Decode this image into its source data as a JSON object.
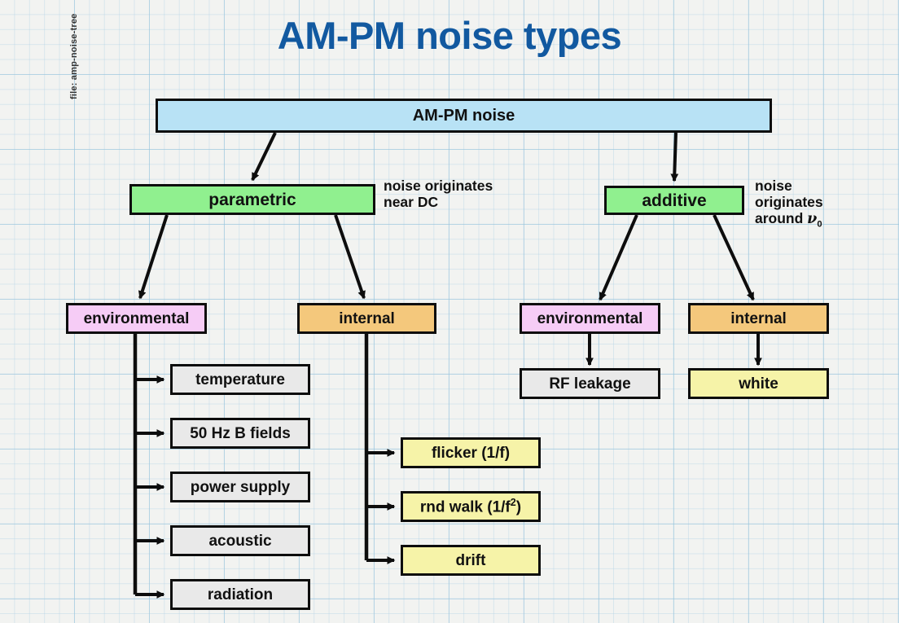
{
  "page": {
    "title": "AM-PM noise types",
    "side_label": "file: amp-noise-tree",
    "title_color": "#1259a0"
  },
  "colors": {
    "root": "#b8e2f5",
    "level1": "#90f08f",
    "environmental": "#f6ccf6",
    "internal": "#f4c87c",
    "leaf_grey": "#e9e9e9",
    "leaf_yellow": "#f6f3a8",
    "border": "#0d0d0d"
  },
  "nodes": {
    "root": {
      "label": "AM-PM noise"
    },
    "parametric": {
      "label": "parametric"
    },
    "additive": {
      "label": "additive"
    },
    "param_environmental": {
      "label": "environmental"
    },
    "param_internal": {
      "label": "internal"
    },
    "add_environmental": {
      "label": "environmental"
    },
    "add_internal": {
      "label": "internal"
    }
  },
  "annotations": {
    "parametric_note_line1": "noise originates",
    "parametric_note_line2": "near DC",
    "additive_note_line1": "noise",
    "additive_note_line2": "originates",
    "additive_note_line3_prefix": "around ",
    "additive_note_symbol": "ν",
    "additive_note_subscript": "0"
  },
  "leaves": {
    "parametric_environmental": [
      {
        "label": "temperature"
      },
      {
        "label": "50 Hz B fields"
      },
      {
        "label": "power supply"
      },
      {
        "label": "acoustic"
      },
      {
        "label": "radiation"
      }
    ],
    "parametric_internal": [
      {
        "label": "flicker (1/f)",
        "base": "flicker (1/f)",
        "sup": ""
      },
      {
        "label": "rnd walk (1/f2)",
        "base": "rnd walk (1/f",
        "sup": "2",
        "tail": ")"
      },
      {
        "label": "drift",
        "base": "drift",
        "sup": ""
      }
    ],
    "additive_environmental": [
      {
        "label": "RF leakage"
      }
    ],
    "additive_internal": [
      {
        "label": "white"
      }
    ]
  }
}
